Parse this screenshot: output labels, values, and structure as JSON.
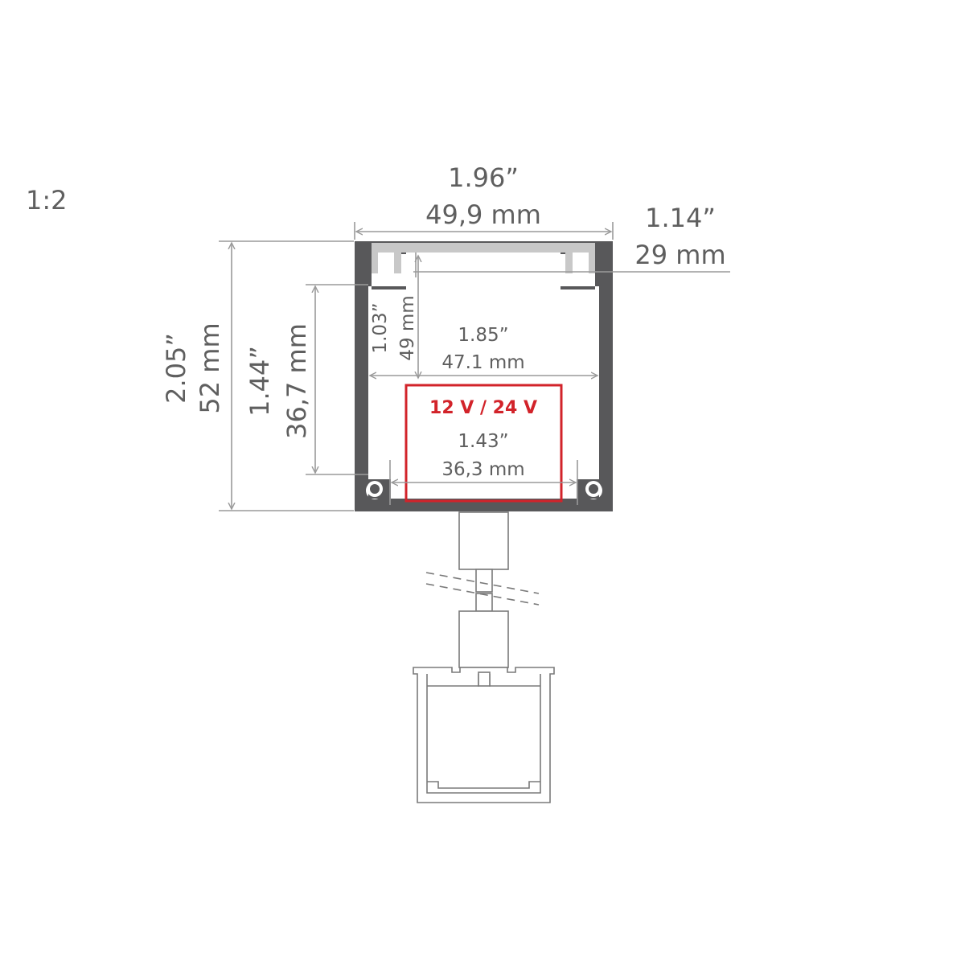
{
  "scale_label": "1:2",
  "dimensions": {
    "outer_width_in": "1.96”",
    "outer_width_mm": "49,9 mm",
    "opening_width_in": "1.14”",
    "opening_width_mm": "29 mm",
    "outer_height_in": "2.05”",
    "outer_height_mm": "52 mm",
    "inner_height_in": "1.44”",
    "inner_height_mm": "36,7 mm",
    "channel_height_in": "1.03”",
    "channel_height_mm": "49 mm",
    "inner_width_in": "1.85”",
    "inner_width_mm": "47.1 mm",
    "base_width_in": "1.43”",
    "base_width_mm": "36,3 mm"
  },
  "voltage_label": "12 V / 24 V",
  "colors": {
    "profile": "#58585a",
    "diffuser": "#c8c8c8",
    "dimension_line": "#9a9a9a",
    "text": "#5f5f5f",
    "voltage_box": "#d2232a"
  }
}
